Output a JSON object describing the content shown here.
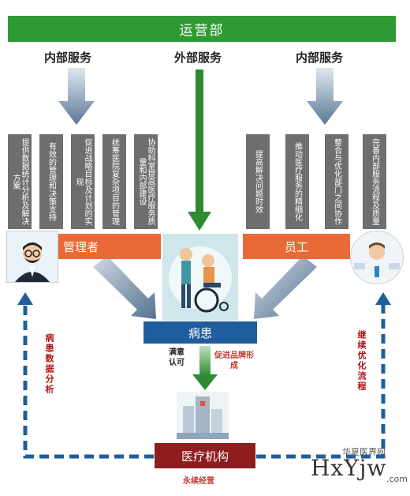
{
  "banner": "运营部",
  "services": {
    "left": "内部服务",
    "center": "外部服务",
    "right": "内部服务"
  },
  "left_columns": [
    "提供数据统计分析及解决方案",
    "有效的管理和决策支持",
    "促进战略目标及计划的实现",
    "统筹医院复杂项目的管理",
    "协助科室提高医疗服务质量和内部建设"
  ],
  "right_columns": [
    "提高解决问题时效",
    "推动医疗服务的精细化",
    "整合与优化部门之间协作",
    "完善内部服务流程及质量"
  ],
  "manager_label": "管理者",
  "staff_label": "员工",
  "patient_label": "病患",
  "satisfaction_label": "满意认可",
  "brand_label": "促进品牌形成",
  "institution_label": "医疗机构",
  "sustain_label": "永续经营",
  "left_loop_label": "病患数据分析",
  "right_loop_label": "继续优化流程",
  "watermark": {
    "main": "HxYjw",
    "sub": "华夏医界网",
    "domain": ".com"
  },
  "colors": {
    "green": "#2f9a33",
    "orange": "#ea6a37",
    "blue": "#1e5e9e",
    "dark_red": "#8e1d1d",
    "gray": "#6e6e6e"
  }
}
